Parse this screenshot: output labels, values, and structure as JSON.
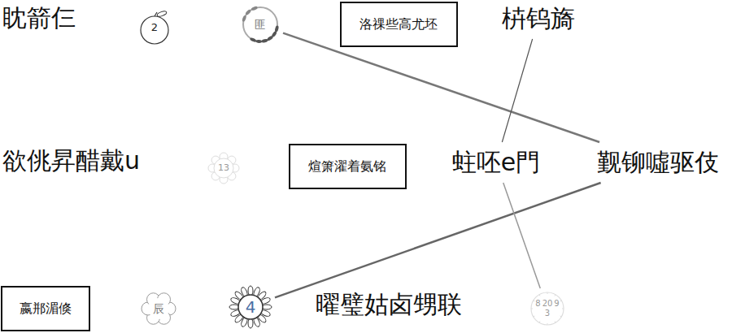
{
  "diagram": {
    "nodes": [
      {
        "text": [
          "2"
        ]
      },
      {
        "text": [
          "匪"
        ]
      },
      {
        "text": [
          "洛祼些高尤坯"
        ]
      },
      {
        "text": [
          "枿钨旖"
        ]
      },
      {
        "text": [
          "13"
        ]
      },
      {
        "text": [
          "煊箫濯着氨铭"
        ]
      },
      {
        "text": [
          "蛀呸e門"
        ]
      },
      {
        "text": [
          "觐铆噓驱伎"
        ]
      },
      {
        "text": [
          "嬴郱湄倏"
        ]
      },
      {
        "text": [
          "辰"
        ]
      },
      {
        "text": [
          "4"
        ]
      },
      {
        "text": [
          "8",
          "20",
          "9",
          "3"
        ]
      }
    ],
    "edges": [
      {
        "from": 1,
        "to": 7,
        "arrow": "none"
      },
      {
        "from": 10,
        "to": 7,
        "arrow": "none"
      },
      {
        "from": 3,
        "to": 6,
        "arrow": "none"
      },
      {
        "from": 6,
        "to": 11,
        "arrow": "none"
      }
    ],
    "labels": [
      "眈箭仨",
      "欲佻昇醋戴u",
      "曜璧姑卤甥联"
    ]
  }
}
